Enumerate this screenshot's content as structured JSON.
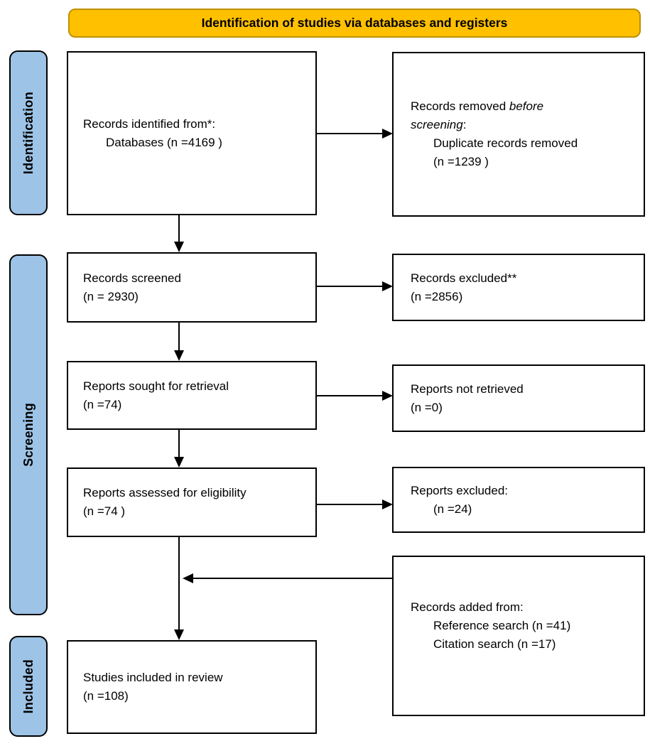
{
  "banner": {
    "title": "Identification of studies via databases and registers"
  },
  "colors": {
    "banner_bg": "#FFC000",
    "banner_border": "#BF9000",
    "stage_bg": "#9DC3E6",
    "stage_border": "#000000",
    "box_border": "#000000",
    "arrow": "#000000"
  },
  "stages": {
    "identification": "Identification",
    "screening": "Screening",
    "included": "Included"
  },
  "boxes": {
    "records_identified": {
      "line1": "Records identified from*:",
      "line2": "Databases (n =4169 )"
    },
    "records_removed": {
      "line1_normal": "Records removed ",
      "line1_italic": "before",
      "line2_italic": "screening",
      "line2_normal": ":",
      "line3": "Duplicate records removed",
      "line4": "(n =1239 )"
    },
    "records_screened": {
      "line1": "Records screened",
      "line2": "(n = 2930)"
    },
    "records_excluded": {
      "line1": "Records excluded**",
      "line2": "(n =2856)"
    },
    "reports_sought": {
      "line1": "Reports sought for retrieval",
      "line2": "(n =74)"
    },
    "reports_not_retrieved": {
      "line1": "Reports not retrieved",
      "line2": "(n =0)"
    },
    "reports_assessed": {
      "line1": "Reports assessed for eligibility",
      "line2": "(n =74 )"
    },
    "reports_excluded": {
      "line1": "Reports excluded:",
      "line2": "(n =24)"
    },
    "records_added": {
      "line1": "Records added from:",
      "line2": "Reference search (n =41)",
      "line3": "Citation search (n =17)"
    },
    "studies_included": {
      "line1": "Studies included in review",
      "line2": "(n =108)"
    }
  }
}
